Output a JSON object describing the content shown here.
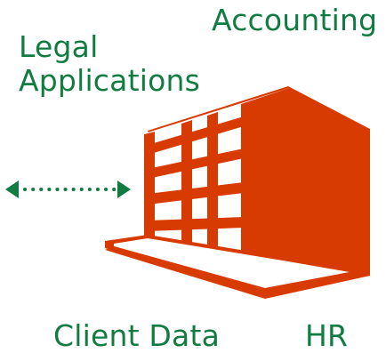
{
  "labels": {
    "accounting": "Accounting",
    "legal_line1": "Legal",
    "legal_line2": "Applications",
    "client_data": "Client Data",
    "hr": "HR"
  },
  "colors": {
    "text_green": "#107c41",
    "arrow_green": "#107c41",
    "building_orange": "#d83b01",
    "window_white": "#ffffff"
  },
  "icons": {
    "building": "office-building-icon",
    "arrow": "bidirectional-dotted-arrow-icon"
  }
}
